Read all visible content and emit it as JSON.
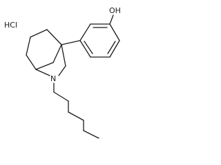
{
  "molecule": {
    "salt_label": "HCl",
    "hydroxyl_label": "OH",
    "nitrogen_label": "N",
    "colors": {
      "bond": "#1a1a1a",
      "background": "#ffffff"
    }
  }
}
